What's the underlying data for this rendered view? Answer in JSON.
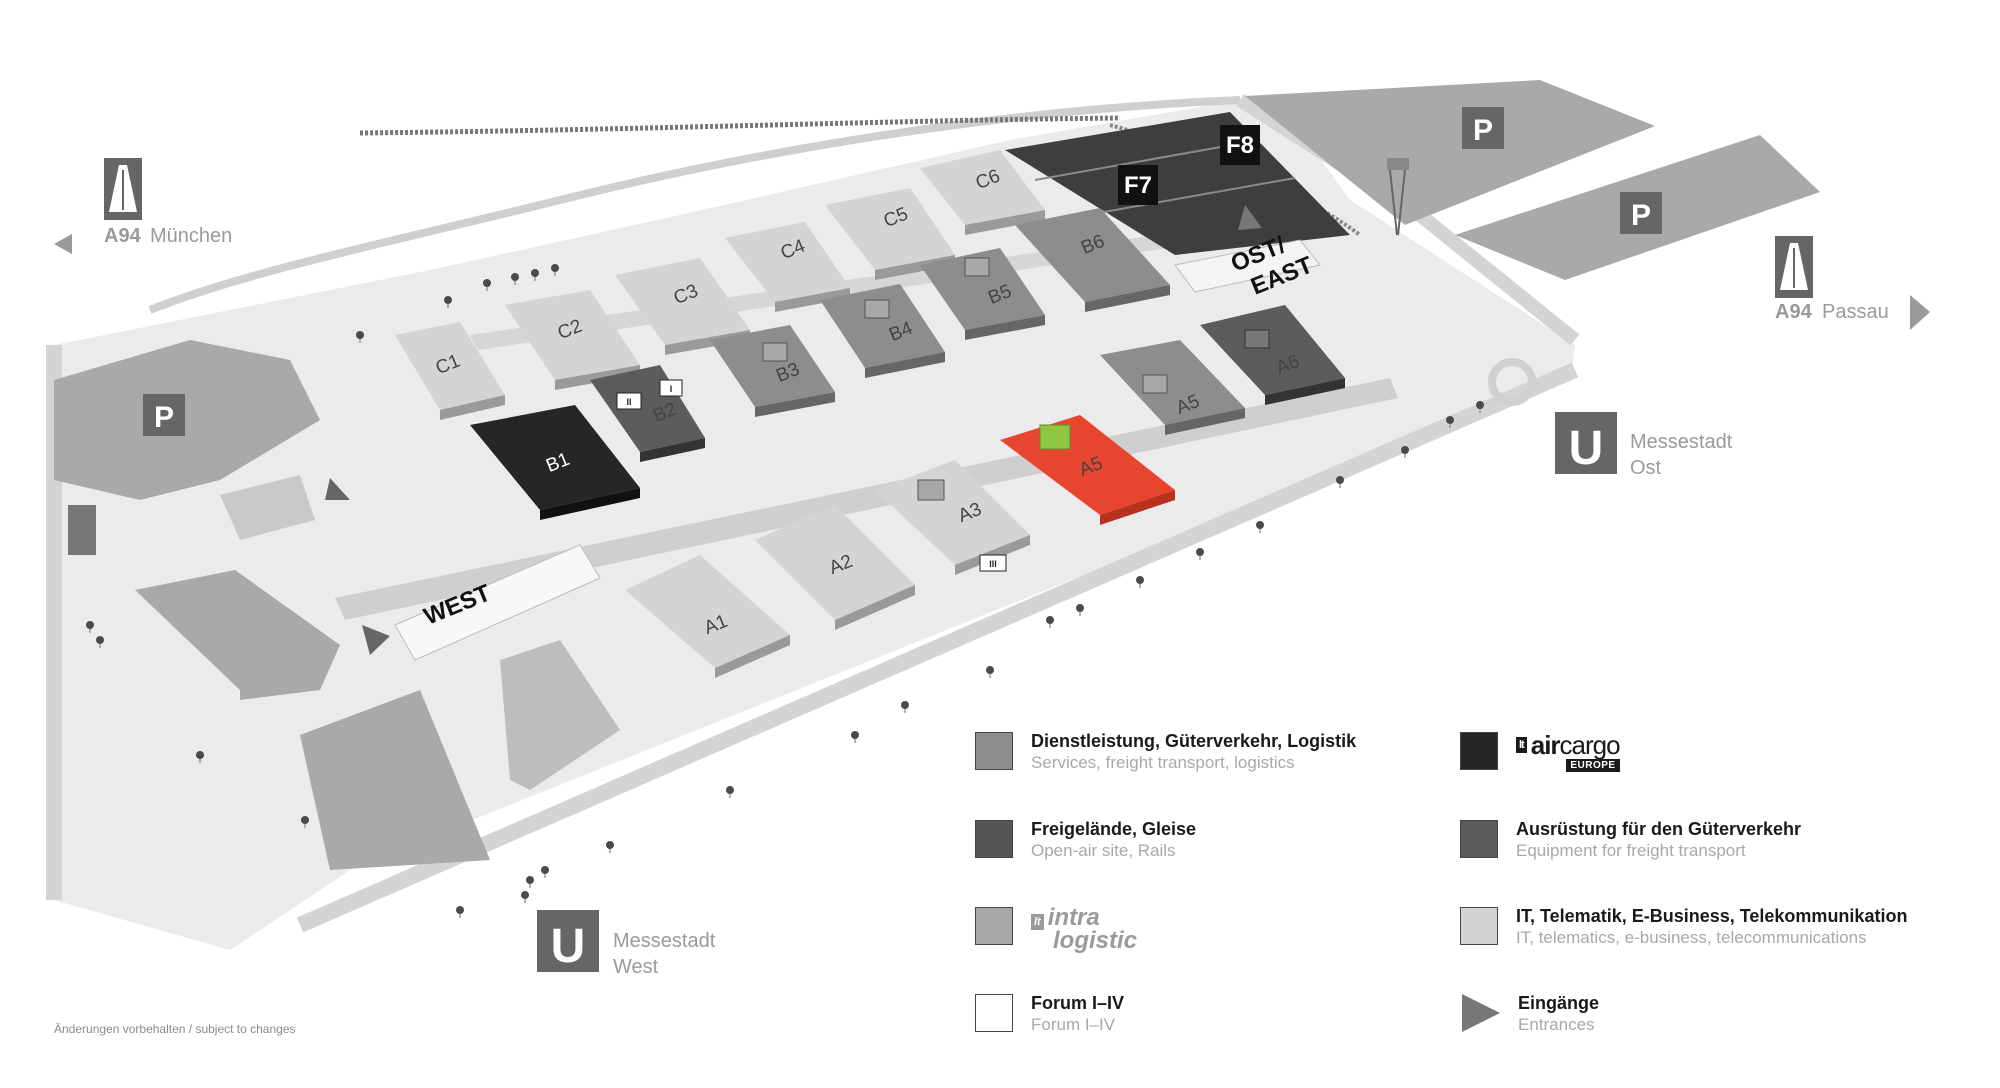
{
  "colors": {
    "hall_services": "#8d8d8d",
    "hall_open_air": "#555555",
    "hall_aircargo": "#262626",
    "hall_equipment": "#5c5c5c",
    "hall_it": "#d4d4d4",
    "hall_intralogistic": "#a8a8a8",
    "forum": "#ffffff",
    "highlight": "#e8452e",
    "highlight_roof": "#8dc63f",
    "ground": "#e9e9e9",
    "roads": "#cfcfcf",
    "parking": "#a9a9a9"
  },
  "halls": {
    "c1": "C1",
    "c2": "C2",
    "c3": "C3",
    "c4": "C4",
    "c5": "C5",
    "c6": "C6",
    "b1": "B1",
    "b2": "B2",
    "b3": "B3",
    "b4": "B4",
    "b5": "B5",
    "b6": "B6",
    "a1": "A1",
    "a2": "A2",
    "a3": "A3",
    "a5": "A5",
    "a5_south": "A5",
    "a6": "A6"
  },
  "open_air": {
    "f7": "F7",
    "f8": "F8"
  },
  "forums": {
    "one": "I",
    "two": "II",
    "three": "III"
  },
  "parking": {
    "label": "P"
  },
  "entrances": {
    "west": "WEST",
    "east_line1": "OST/",
    "east_line2": "EAST"
  },
  "roads": {
    "west": {
      "road": "A94",
      "city": "München"
    },
    "east": {
      "road": "A94",
      "city": "Passau"
    }
  },
  "stations": {
    "symbol": "U",
    "east": {
      "line1": "Messestadt",
      "line2": "Ost"
    },
    "west": {
      "line1": "Messestadt",
      "line2": "West"
    }
  },
  "legend": {
    "services": {
      "title": "Dienstleistung, Güterverkehr, Logistik",
      "subtitle": "Services, freight transport, logistics"
    },
    "aircargo": {
      "mark": "lt",
      "word1": "air",
      "word2": "cargo",
      "sub": "EUROPE"
    },
    "open_air": {
      "title": "Freigelände, Gleise",
      "subtitle": "Open-air site, Rails"
    },
    "equipment": {
      "title": "Ausrüstung für den Güterverkehr",
      "subtitle": "Equipment for freight transport"
    },
    "intralogistic": {
      "mark": "lt",
      "word1": "intra",
      "word2": "logistic"
    },
    "it": {
      "title": "IT, Telematik, E-Business, Telekommunikation",
      "subtitle": "IT, telematics, e-business, telecommunications"
    },
    "forum": {
      "title": "Forum I–IV",
      "subtitle": "Forum I–IV"
    },
    "entrances": {
      "title": "Eingänge",
      "subtitle": "Entrances"
    }
  },
  "footnote": "Änderungen vorbehalten / subject to changes"
}
